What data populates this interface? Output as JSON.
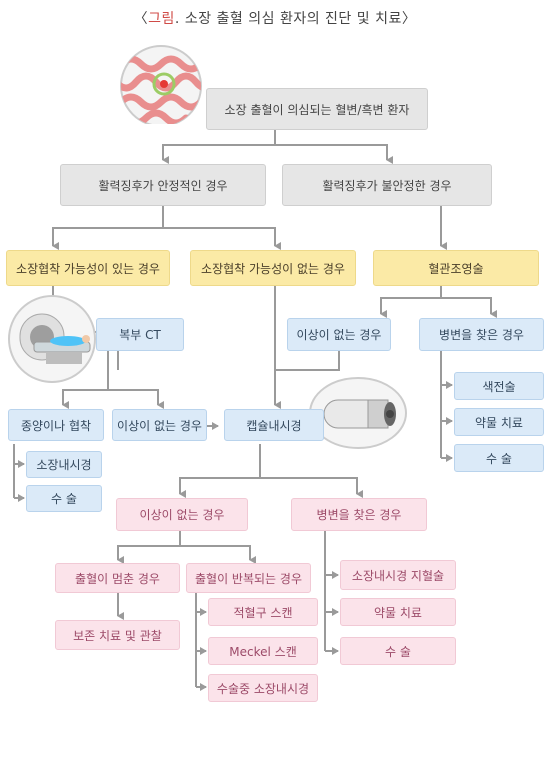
{
  "title": {
    "prefix": "〈",
    "highlight": "그림",
    "rest": ". 소장 출혈 의심 환자의 진단 및 치료〉"
  },
  "boxes": {
    "root": "소장 출혈이 의심되는 혈변/흑변 환자",
    "stable": "활력징후가 안정적인 경우",
    "unstable": "활력징후가 불안정한 경우",
    "stricture_yes": "소장협착 가능성이 있는 경우",
    "stricture_no": "소장협착 가능성이 없는 경우",
    "angiography": "혈관조영술",
    "abdominal_ct": "복부 CT",
    "angio_normal": "이상이 없는 경우",
    "angio_lesion": "병변을 찾은 경우",
    "tumor": "종양이나 협착",
    "ct_normal": "이상이 없는 경우",
    "capsule": "캡슐내시경",
    "embolization": "색전술",
    "angio_drug": "약물 치료",
    "angio_surgery": "수 술",
    "tumor_endoscopy": "소장내시경",
    "tumor_surgery": "수 술",
    "cap_normal": "이상이 없는 경우",
    "cap_lesion": "병변을 찾은 경우",
    "bleed_stop": "출혈이 멈춘 경우",
    "bleed_repeat": "출혈이 반복되는 경우",
    "conservative": "보존 치료 및 관찰",
    "rbc_scan": "적혈구 스캔",
    "meckel_scan": "Meckel 스캔",
    "intraop_endoscopy": "수술중 소장내시경",
    "lesion_endoscopy": "소장내시경 지혈술",
    "lesion_drug": "약물 치료",
    "lesion_surgery": "수 술"
  },
  "colors": {
    "gray": "#e6e6e6",
    "yellow": "#fbeaa6",
    "blue": "#dbeaf8",
    "pink": "#fbe3ea",
    "line": "#9a9a9a",
    "title_accent": "#d04b47"
  },
  "illustrations": [
    "intestine-icon",
    "ct-scanner-icon",
    "capsule-endoscope-icon"
  ]
}
